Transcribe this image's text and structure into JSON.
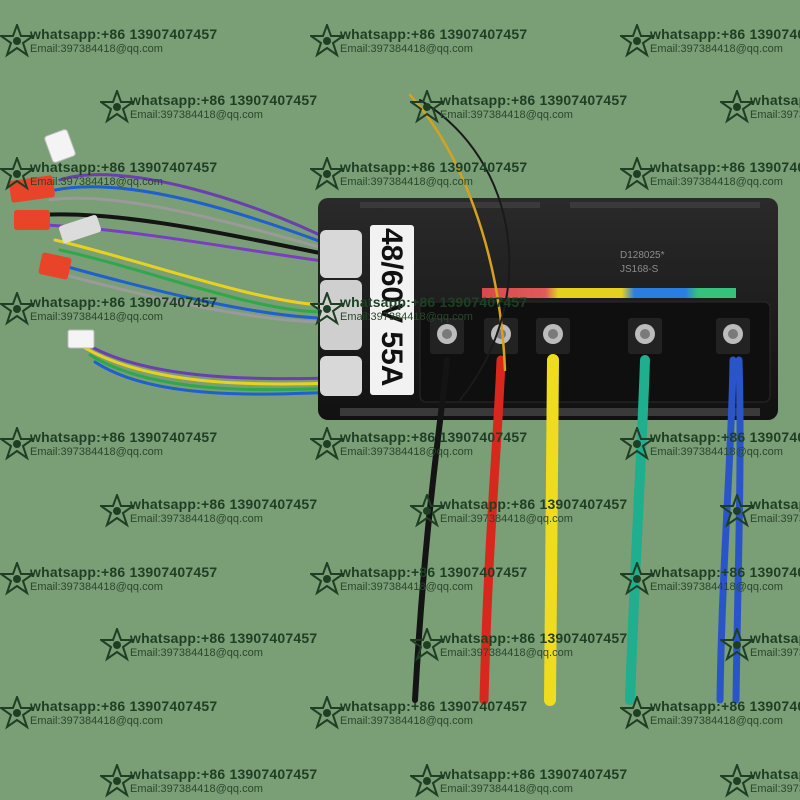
{
  "product": {
    "label": "48/60V 55A",
    "model_line1": "D128025*",
    "model_line2": "JS168-S"
  },
  "watermark": {
    "line1": "whatsapp:+86 13907407457",
    "line2": "Email:397384418@qq.com",
    "icon": "star-logo-icon"
  },
  "colors": {
    "background": "#7a9e76",
    "housing": "#1c1c1c",
    "label": "#f2f2f2",
    "phase_yellow": "#f0dc1e",
    "phase_green": "#1fae8e",
    "phase_blue": "#2a55c8",
    "power_red": "#d8281e",
    "power_black": "#141414"
  }
}
